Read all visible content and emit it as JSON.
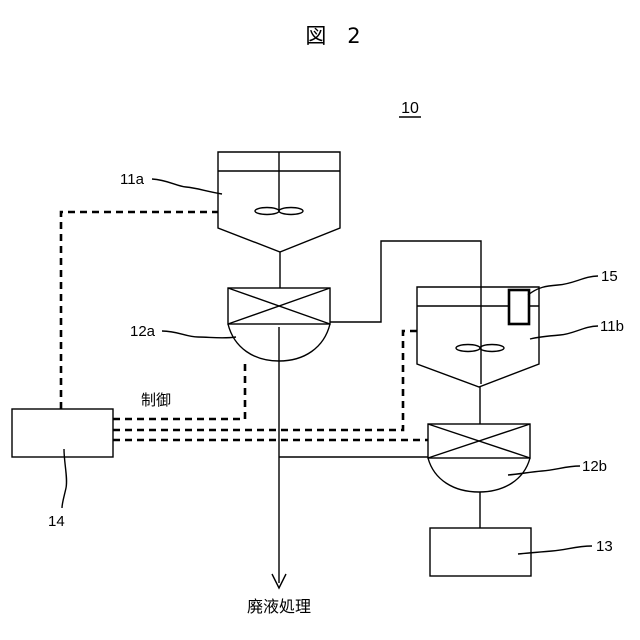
{
  "figure": {
    "title": "図　2",
    "system_ref": "10"
  },
  "labels": {
    "tank_a": "11a",
    "tank_b": "11b",
    "valve_a": "12a",
    "valve_b": "12b",
    "box_13": "13",
    "controller": "14",
    "sensor": "15",
    "control": "制御",
    "waste": "廃液処理"
  }
}
